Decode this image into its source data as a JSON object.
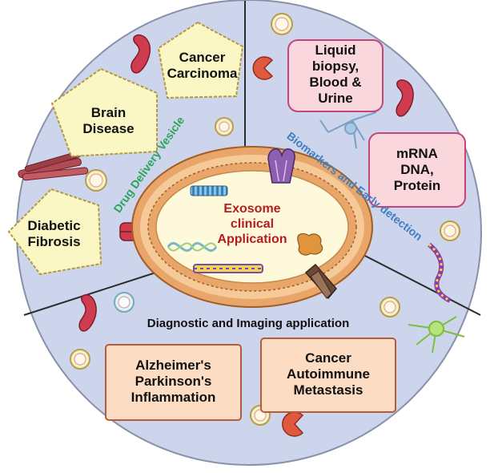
{
  "center": {
    "line1": "Exosome",
    "line2": "clinical",
    "line3": "Application"
  },
  "sections": {
    "drug_delivery": {
      "title": "Drug Delivery Vesicle",
      "items": [
        {
          "lines": [
            "Cancer",
            "Carcinoma"
          ]
        },
        {
          "lines": [
            "Brain",
            "Disease"
          ]
        },
        {
          "lines": [
            "Diabetic",
            "Fibrosis"
          ]
        }
      ]
    },
    "biomarkers": {
      "title": "Biomarkers and Early detection",
      "items": [
        {
          "lines": [
            "Liquid",
            "biopsy,",
            "Blood &",
            "Urine"
          ]
        },
        {
          "lines": [
            "mRNA",
            "DNA,",
            "Protein"
          ]
        }
      ]
    },
    "diagnostic": {
      "title": "Diagnostic and Imaging application",
      "items": [
        {
          "lines": [
            "Alzheimer's",
            "Parkinson's",
            "Inflammation"
          ]
        },
        {
          "lines": [
            "Cancer",
            "Autoimmune",
            "Metastasis"
          ]
        }
      ]
    }
  },
  "colors": {
    "disc": "#cdd5ec",
    "pentagon": "#fbf7c4",
    "biomarker_box": "#f9d7dc",
    "biomarker_border": "#c5457a",
    "diagnostic_box": "#fcdcc2",
    "drug_title": "#2aa45a",
    "biomarker_title": "#3f7fc0",
    "center_text": "#b21d22",
    "membrane_outer": "#e8a66a",
    "vesicle_fill": "#fff9dc"
  }
}
